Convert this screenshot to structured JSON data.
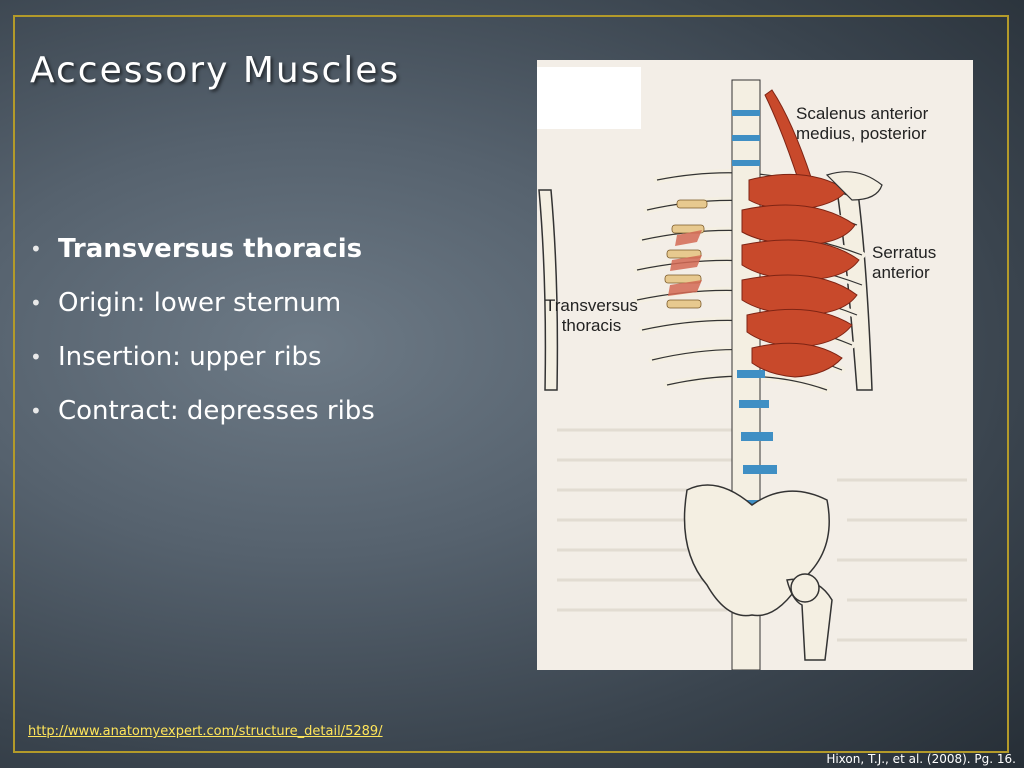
{
  "slide": {
    "title": "Accessory Muscles",
    "bullets": [
      {
        "text": "Transversus thoracis",
        "bold": true
      },
      {
        "text": "Origin: lower sternum",
        "bold": false
      },
      {
        "text": "Insertion: upper ribs",
        "bold": false
      },
      {
        "text": "Contract: depresses ribs",
        "bold": false
      }
    ],
    "bullet_glyph": "•",
    "link_text": "http://www.anatomyexpert.com/structure_detail/5289/",
    "citation": "Hixon, T.J., et al. (2008). Pg. 16."
  },
  "figure": {
    "labels": {
      "scalenus": "Scalenus anterior\nmedius, posterior",
      "serratus": "Serratus\nanterior",
      "transversus": "Transversus\nthoracis"
    }
  },
  "colors": {
    "frame": "#b39a2a",
    "link": "#ffe55a",
    "muscle": "#c8492b",
    "bone": "#f4efe2",
    "disc": "#3f8fc4"
  }
}
